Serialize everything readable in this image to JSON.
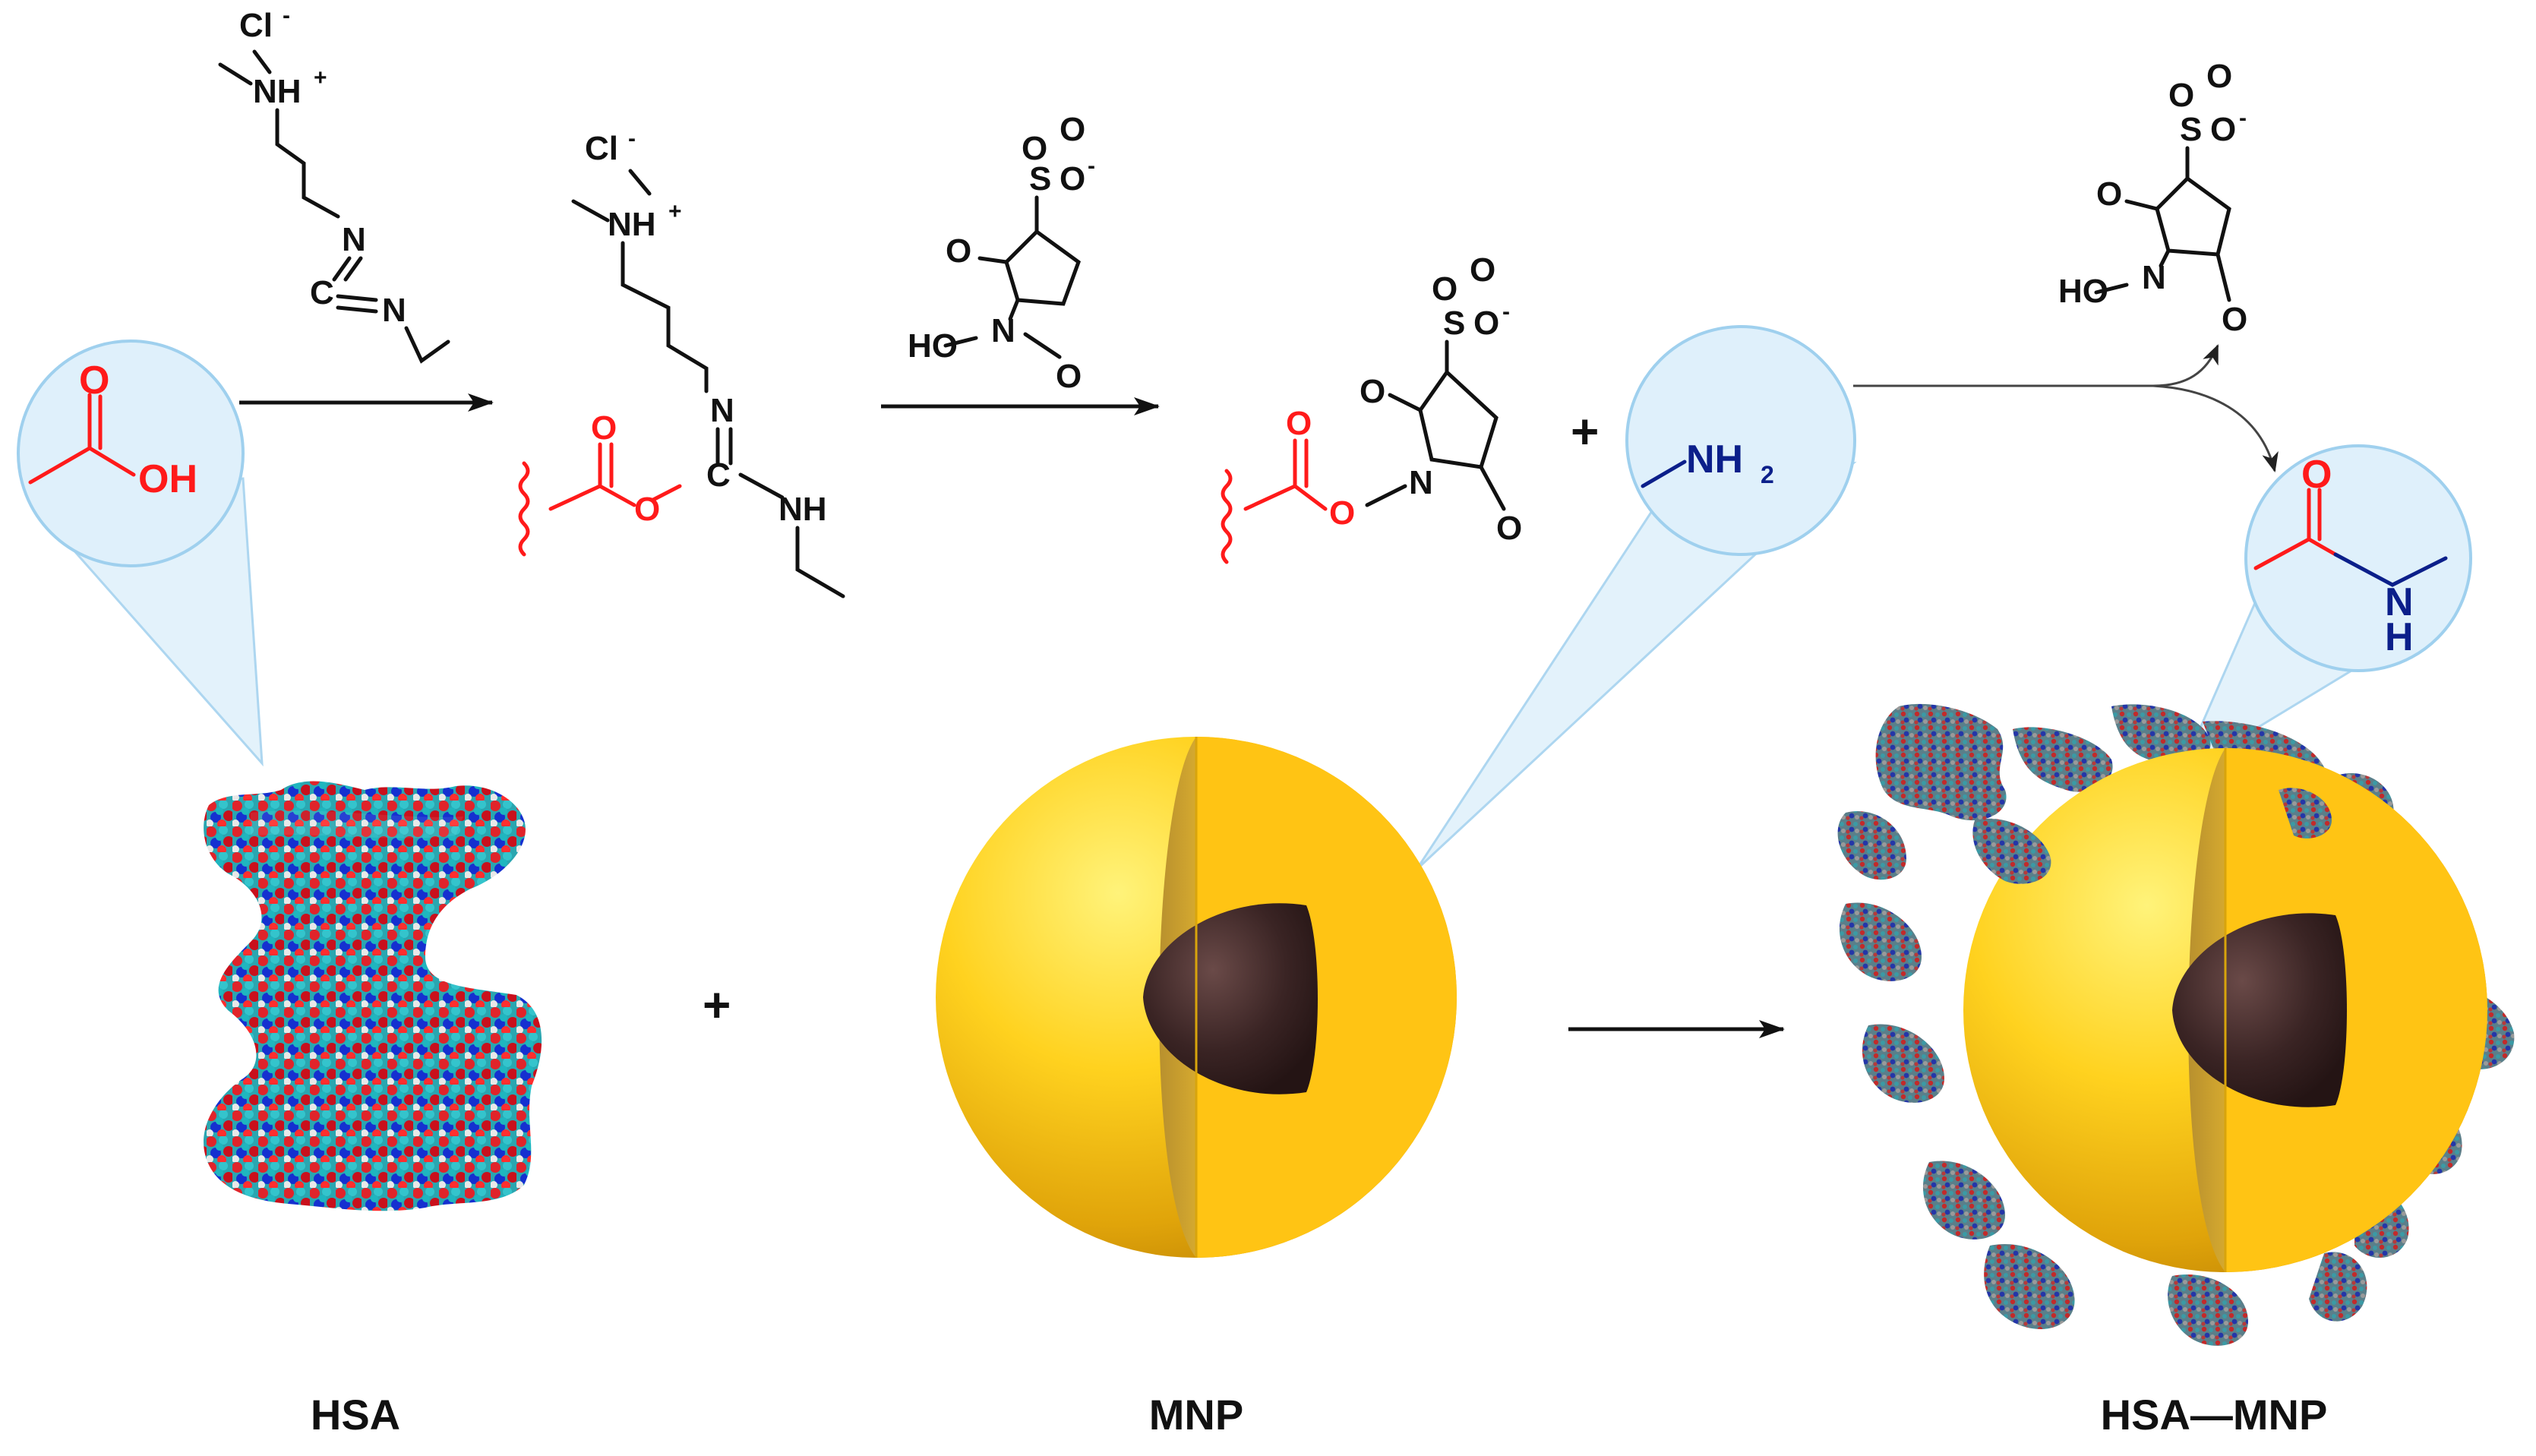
{
  "labels": {
    "hsa": "HSA",
    "mnp": "MNP",
    "hsa_mnp": "HSA—MNP",
    "plus_middle": "+",
    "plus_upper": "+"
  },
  "chem": {
    "cl": "Cl",
    "minus": "-",
    "nh": "NH",
    "plus": "+",
    "n": "N",
    "c": "C",
    "o": "O",
    "oh": "OH",
    "ho": "HO",
    "s": "S",
    "nh2": "NH",
    "two": "2",
    "h": "H"
  },
  "colors": {
    "carboxyl": "#ff1a1a",
    "amine": "#0b1f8a",
    "shell": "#ffc414",
    "core": "#3a2424",
    "zoom_fill": "#dff0fb",
    "zoom_stroke": "#9fd0ee"
  }
}
